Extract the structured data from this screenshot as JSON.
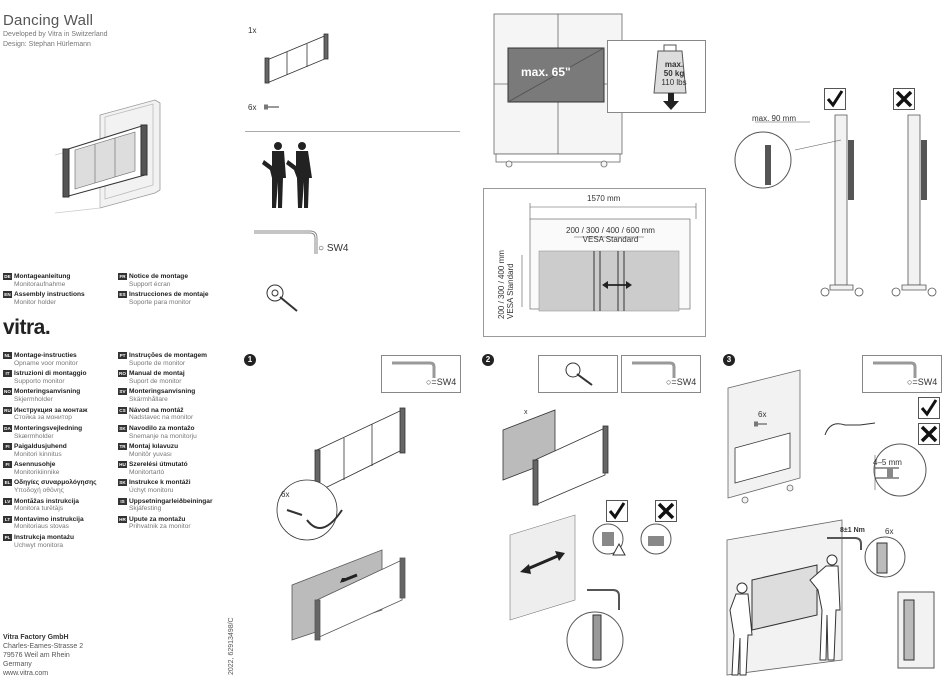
{
  "header": {
    "title": "Dancing Wall",
    "developed": "Developed by Vitra in Switzerland",
    "design": "Design: Stephan Hürlemann"
  },
  "brand": "vitra.",
  "languages_top": [
    {
      "code": "DE",
      "title": "Montageanleitung",
      "sub": "Monitoraufnahme"
    },
    {
      "code": "EN",
      "title": "Assembly instructions",
      "sub": "Monitor holder"
    },
    {
      "code": "FR",
      "title": "Notice de montage",
      "sub": "Support écran"
    },
    {
      "code": "ES",
      "title": "Instrucciones de montaje",
      "sub": "Soporte para monitor"
    }
  ],
  "languages_left": [
    {
      "code": "NL",
      "title": "Montage-instructies",
      "sub": "Opname voor monitor"
    },
    {
      "code": "IT",
      "title": "Istruzioni di montaggio",
      "sub": "Supporto monitor"
    },
    {
      "code": "NO",
      "title": "Monteringsanvisning",
      "sub": "Skjermholder"
    },
    {
      "code": "RU",
      "title": "Инструкция за монтаж",
      "sub": "Стойка за монитор"
    },
    {
      "code": "DA",
      "title": "Monteringsvejledning",
      "sub": "Skærmholder"
    },
    {
      "code": "FI",
      "title": "Paigaldusjuhend",
      "sub": "Monitori kinnitus"
    },
    {
      "code": "FI",
      "title": "Asennusohje",
      "sub": "Monitorikiinnike"
    },
    {
      "code": "EL",
      "title": "Οδηγίες συναρμολόγησης",
      "sub": "Υποδοχή οθόνης"
    },
    {
      "code": "LV",
      "title": "Montāžas instrukcija",
      "sub": "Monitora turētājs"
    },
    {
      "code": "LT",
      "title": "Montavimo instrukcija",
      "sub": "Monitoriaus stovas"
    },
    {
      "code": "PL",
      "title": "Instrukcja montażu",
      "sub": "Uchwyt monitora"
    }
  ],
  "languages_right": [
    {
      "code": "PT",
      "title": "Instruções de montagem",
      "sub": "Suporte de monitor"
    },
    {
      "code": "RO",
      "title": "Manual de montaj",
      "sub": "Suport de monitor"
    },
    {
      "code": "SV",
      "title": "Monteringsanvisning",
      "sub": "Skärmhållare"
    },
    {
      "code": "CS",
      "title": "Návod na montáž",
      "sub": "Nadstavec na monitor"
    },
    {
      "code": "SK",
      "title": "Navodilo za montažo",
      "sub": "Snemanje na monitorju"
    },
    {
      "code": "TR",
      "title": "Montaj kılavuzu",
      "sub": "Monitör yuvası"
    },
    {
      "code": "HU",
      "title": "Szerelési útmutató",
      "sub": "Monitortartó"
    },
    {
      "code": "SK",
      "title": "Instrukce k montáži",
      "sub": "Úchyt monitoru"
    },
    {
      "code": "IS",
      "title": "Uppsetningarleiðbeiningar",
      "sub": "Skjáfesting"
    },
    {
      "code": "HR",
      "title": "Upute za montažu",
      "sub": "Prihvatnik za monitor"
    }
  ],
  "footer": {
    "company": "Vitra Factory GmbH",
    "street": "Charles-Eames-Strasse 2",
    "city": "79576 Weil am Rhein",
    "country": "Germany",
    "web": "www.vitra.com",
    "docnum": "2022, 62913498/C"
  },
  "parts": {
    "qty_holder": "1x",
    "qty_screws": "6x",
    "tool": "SW4"
  },
  "spec": {
    "max_size": "max. 65\"",
    "max_weight_line1": "max.",
    "max_weight_line2": "50 kg",
    "max_weight_line3": "110 lbs",
    "width": "1570 mm",
    "vesa_h": "200 / 300 / 400 / 600 mm",
    "vesa_h_std": "VESA Standard",
    "vesa_v": "200 / 300 / 400 mm",
    "vesa_v_std": "VESA Standard",
    "max_depth": "max. 90 mm"
  },
  "steps": [
    {
      "num": "1",
      "tool": "SW4",
      "qty": "6x"
    },
    {
      "num": "2",
      "tool": "SW4",
      "dim": "x"
    },
    {
      "num": "3",
      "tool": "SW4",
      "qty": "6x",
      "gap": "4–5 mm",
      "torque": "8±1 Nm",
      "qty2": "6x"
    }
  ],
  "colors": {
    "check": "#111111",
    "screen": "#7a7a7a",
    "line": "#444444"
  }
}
